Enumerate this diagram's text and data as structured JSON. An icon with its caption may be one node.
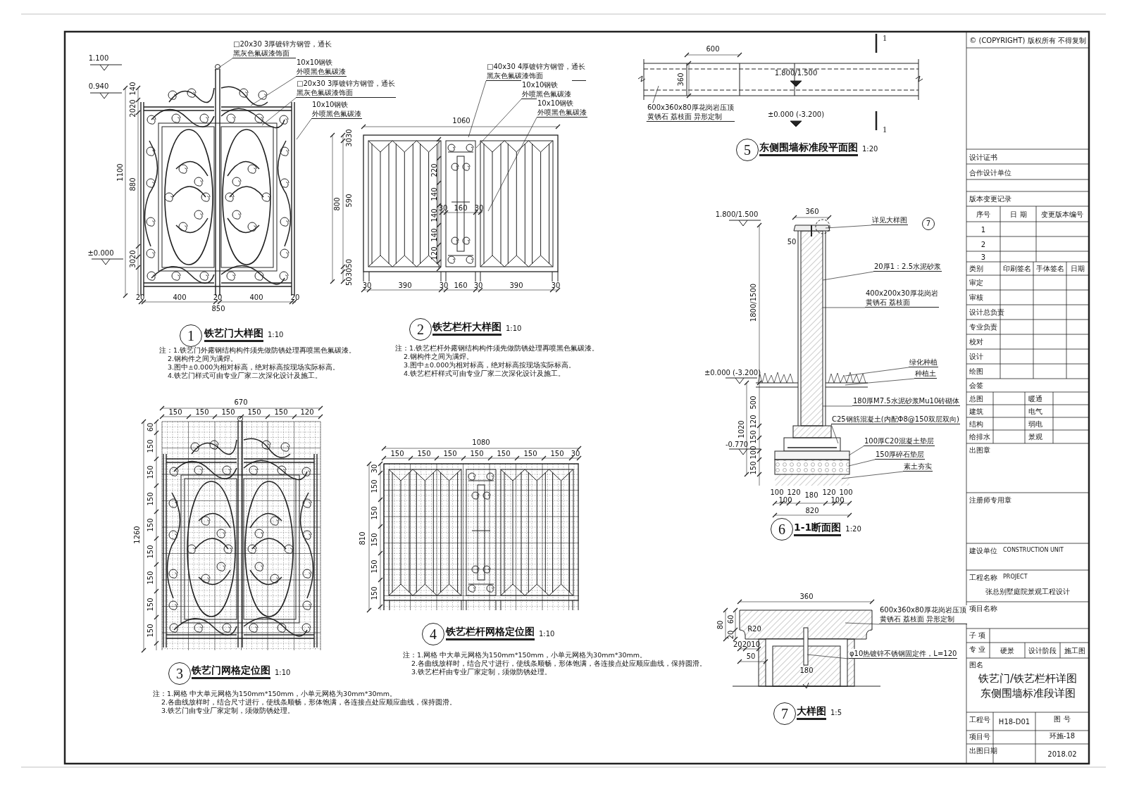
{
  "diagram": {
    "nodes": [
      {
        "text": [
          "□20x30 3厚镀锌方钢管，通长",
          "黑灰色氟碳漆饰面"
        ]
      },
      {
        "text": [
          "10x10钢铁",
          "外喷黑色氟碳漆"
        ]
      },
      {
        "text": [
          "□20x30 3厚镀锌方钢管，通长",
          "黑灰色氟碳漆饰面"
        ]
      },
      {
        "text": [
          "10x10钢铁",
          "外喷黑色氟碳漆"
        ]
      },
      {
        "text": [
          "□40x30 4厚镀锌方钢管，通长",
          "黑灰色氟碳漆饰面"
        ]
      },
      {
        "text": [
          "10x10钢铁",
          "外喷黑色氟碳漆"
        ]
      },
      {
        "text": [
          "10x10钢铁",
          "外喷黑色氟碳漆"
        ]
      },
      {
        "text": [
          "600x360x80厚花岗岩压顶",
          "黄锈石 荔枝面 异形定制"
        ]
      },
      {
        "text": [
          "详见大样图"
        ]
      },
      {
        "text": [
          "20厚1：2.5水泥砂浆"
        ]
      },
      {
        "text": [
          "400x200x30厚花岗岩",
          "黄锈石 荔枝面"
        ]
      },
      {
        "text": [
          "绿化种植"
        ]
      },
      {
        "text": [
          "种植土"
        ]
      },
      {
        "text": [
          "180厚M7.5水泥砂浆Mu10砖砌体"
        ]
      },
      {
        "text": [
          "C25钢筋混凝土(内配Φ8@150双层双向)"
        ]
      },
      {
        "text": [
          "100厚C20混凝土垫层"
        ]
      },
      {
        "text": [
          "150厚碎石垫层"
        ]
      },
      {
        "text": [
          "素土夯实"
        ]
      },
      {
        "text": [
          "600x360x80厚花岗岩压顶",
          "黄锈石 荔枝面 异形定制"
        ]
      },
      {
        "text": [
          "φ10热镀锌不锈钢固定件，L=120"
        ]
      },
      {
        "text": [],
        "shape": "picture"
      },
      {
        "text": [],
        "shape": "picture"
      },
      {
        "text": [],
        "shape": "picture"
      },
      {
        "text": [],
        "shape": "picture"
      },
      {
        "text": [],
        "shape": "picture"
      }
    ],
    "edges": [
      {
        "from": 0,
        "to": 20,
        "arrow": "none"
      },
      {
        "from": 1,
        "to": 20,
        "arrow": "none"
      },
      {
        "from": 2,
        "to": 20,
        "arrow": "none"
      },
      {
        "from": 3,
        "to": 20,
        "arrow": "none"
      },
      {
        "from": 4,
        "to": 21,
        "arrow": "none"
      },
      {
        "from": 5,
        "to": 21,
        "arrow": "none"
      },
      {
        "from": 6,
        "to": 21,
        "arrow": "none"
      },
      {
        "from": 7,
        "to": 22,
        "arrow": "none"
      },
      {
        "from": 8,
        "to": 23,
        "arrow": "none"
      },
      {
        "from": 9,
        "to": 23,
        "arrow": "none"
      },
      {
        "from": 10,
        "to": 23,
        "arrow": "none"
      },
      {
        "from": 11,
        "to": 23,
        "arrow": "none"
      },
      {
        "from": 12,
        "to": 23,
        "arrow": "none"
      },
      {
        "from": 13,
        "to": 23,
        "arrow": "none"
      },
      {
        "from": 14,
        "to": 23,
        "arrow": "none"
      },
      {
        "from": 15,
        "to": 23,
        "arrow": "none"
      },
      {
        "from": 16,
        "to": 23,
        "arrow": "none"
      },
      {
        "from": 17,
        "to": 23,
        "arrow": "none"
      },
      {
        "from": 18,
        "to": 24,
        "arrow": "none"
      },
      {
        "from": 19,
        "to": 24,
        "arrow": "none"
      }
    ],
    "labels": [
      "1.100",
      "0.940",
      "±0.000",
      "140",
      "2020",
      "1100",
      "880",
      "3020",
      "20",
      "400",
      "20",
      "400",
      "20",
      "850",
      "1",
      "铁艺门大样图",
      "1:10",
      "注：1.铁艺门外露钢结构构件须先做防锈处理再喷黑色氟碳漆。",
      "2.钢构件之间为满焊。",
      "3.图中±0.000为相对标高，绝对标高按现场实际标高。",
      "4.铁艺门样式可由专业厂家二次深化设计及施工。",
      "1060",
      "800",
      "3030",
      "590",
      "503050",
      "30",
      "390",
      "30",
      "160",
      "30",
      "390",
      "30",
      "220",
      "140",
      "140",
      "140",
      "120",
      "30",
      "160",
      "30",
      "2",
      "铁艺栏杆大样图",
      "1:10",
      "注：1.铁艺栏杆外露钢结构构件须先做防锈处理再喷黑色氟碳漆。",
      "2.钢构件之间为满焊。",
      "3.图中±0.000为相对标高，绝对标高按现场实际标高。",
      "4.铁艺栏杆样式可由专业厂家二次深化设计及施工。",
      "600",
      "360",
      "1.800/1.500",
      "±0.000 (-3.200)",
      "1",
      "1",
      "5",
      "东侧围墙标准段平面图",
      "1:20",
      "360",
      "1.800/1.500",
      "50",
      "1800/1500",
      "±0.000 (-3.200)",
      "500",
      "1020",
      "120",
      "-0.770",
      "150",
      "100",
      "150",
      "100",
      "100",
      "120",
      "180",
      "120",
      "100",
      "100",
      "820",
      "7",
      "6",
      "1-1断面图",
      "1:20",
      "360",
      "80",
      "60",
      "20",
      "R20",
      "202010",
      "50",
      "180",
      "7",
      "大样图",
      "1:5",
      "670",
      "150",
      "150",
      "150",
      "150",
      "150",
      "120",
      "1260",
      "60",
      "150",
      "150",
      "150",
      "150",
      "150",
      "150",
      "150",
      "150",
      "3",
      "铁艺门网格定位图",
      "1:10",
      "注：1.网格 中大单元网格为150mm*150mm，小单元网格为30mm*30mm。",
      "2.各曲线放样时，结合尺寸进行，使线条顺畅，形体饱满，各连接点处应顺应曲线，保持圆滑。",
      "3.铁艺门由专业厂家定制，须做防锈处理。",
      "1080",
      "150",
      "150",
      "150",
      "150",
      "150",
      "150",
      "150",
      "30",
      "810",
      "30",
      "150",
      "150",
      "150",
      "150",
      "150",
      "4",
      "铁艺栏杆网格定位图",
      "1:10",
      "注：1.网格 中大单元网格为150mm*150mm，小单元网格为30mm*30mm。",
      "2.各曲线放样时，结合尺寸进行，使线条顺畅，形体饱满，各连接点处应顺应曲线，保持圆滑。",
      "3.铁艺栏杆由专业厂家定制，须做防锈处理。",
      "© (COPYRIGHT) 版权所有 不得复制",
      "设计证书",
      "合作设计单位",
      "版本变更记录",
      "序号",
      "日 期",
      "变更版本编号",
      "1",
      "2",
      "3",
      "类别",
      "印刷签名",
      "手体签名",
      "日期",
      "审定",
      "审核",
      "设计总负责",
      "专业负责",
      "校对",
      "设计",
      "绘图",
      "会签",
      "总图",
      "暖通",
      "建筑",
      "电气",
      "结构",
      "弱电",
      "给排水",
      "景观",
      "出图章",
      "注册师专用章",
      "建设单位",
      "CONSTRUCTION UNIT",
      "工程名称",
      "PROJECT",
      "张总别墅庭院景观工程设计",
      "项目名称",
      "子 项",
      "专 业",
      "硬景",
      "设计阶段",
      "施工图",
      "图名",
      "铁艺门/铁艺栏杆详图东侧围墙标准段详图",
      "工程号",
      "H18-D01",
      "图 号",
      "项目号",
      "环施-18",
      "出图日期",
      "2018.02"
    ]
  }
}
